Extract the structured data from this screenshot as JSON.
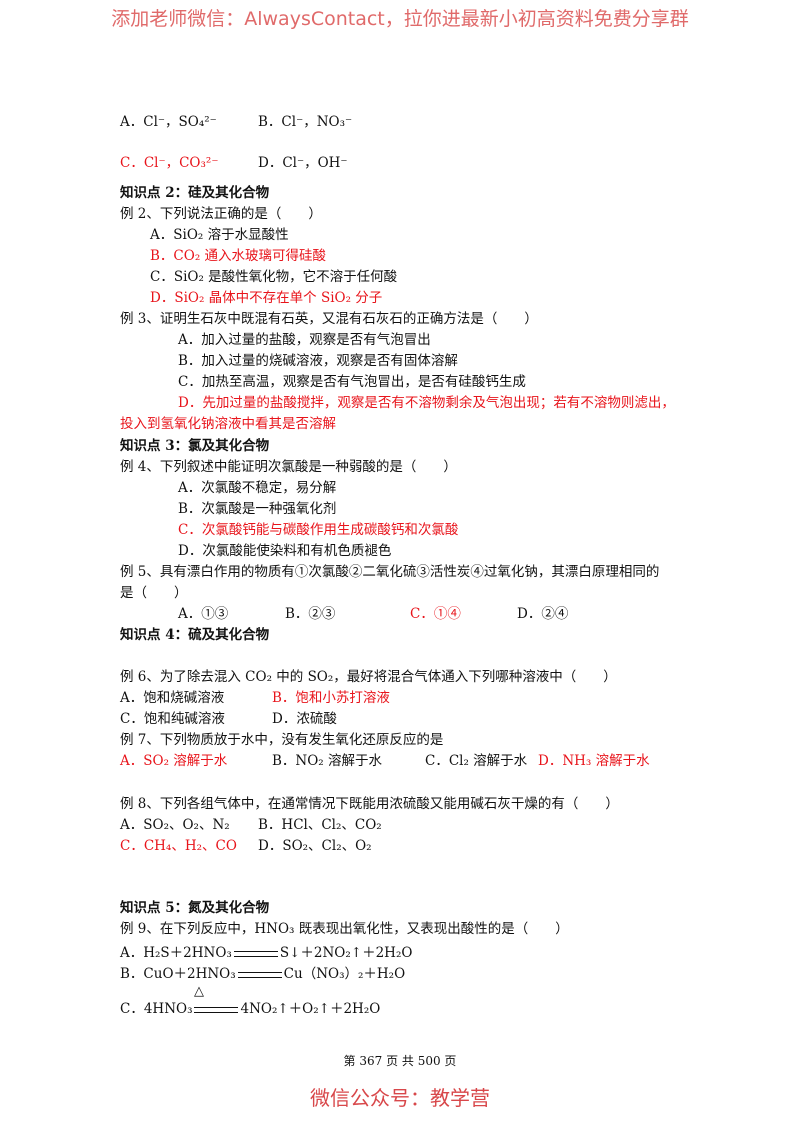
{
  "watermark_top": "添加老师微信：AlwaysContact，拉你进最新小初高资料免费分享群",
  "watermark_bottom": "微信公众号：教学营",
  "page_number": "第 367 页 共 500 页",
  "q_prev": {
    "a": "A．Cl⁻，SO₄²⁻",
    "b": "B．Cl⁻，NO₃⁻",
    "c": "C．Cl⁻，CO₃²⁻",
    "d": "D．Cl⁻，OH⁻"
  },
  "s2": {
    "title": "知识点 2：硅及其化合物",
    "ex2": "例 2、下列说法正确的是（　　）",
    "a": "A．SiO₂ 溶于水显酸性",
    "b": "B．CO₂ 通入水玻璃可得硅酸",
    "c": "C．SiO₂ 是酸性氧化物，它不溶于任何酸",
    "d": "D．SiO₂ 晶体中不存在单个 SiO₂ 分子",
    "ex3": "例 3、证明生石灰中既混有石英，又混有石灰石的正确方法是（　　）",
    "e3a": "A．加入过量的盐酸，观察是否有气泡冒出",
    "e3b": "B．加入过量的烧碱溶液，观察是否有固体溶解",
    "e3c": "C．加热至高温，观察是否有气泡冒出，是否有硅酸钙生成",
    "e3d1": "D．先加过量的盐酸搅拌，观察是否有不溶物剩余及气泡出现；若有不溶物则滤出，",
    "e3d2": "投入到氢氧化钠溶液中看其是否溶解"
  },
  "s3": {
    "title": "知识点 3：氯及其化合物",
    "ex4": "例 4、下列叙述中能证明次氯酸是一种弱酸的是（　　）",
    "a": "A．次氯酸不稳定，易分解",
    "b": "B．次氯酸是一种强氧化剂",
    "c": "C．次氯酸钙能与碳酸作用生成碳酸钙和次氯酸",
    "d": "D．次氯酸能使染料和有机色质褪色",
    "ex5a": "例 5、具有漂白作用的物质有①次氯酸②二氧化硫③活性炭④过氧化钠，其漂白原理相同的",
    "ex5b": "是（　　）",
    "o5a": "A．①③",
    "o5b": "B．②③",
    "o5c": "C．①④",
    "o5d": "D．②④"
  },
  "s4": {
    "title": "知识点 4：硫及其化合物",
    "ex6": "例 6、为了除去混入 CO₂ 中的 SO₂，最好将混合气体通入下列哪种溶液中（　　）",
    "e6a": "A．饱和烧碱溶液",
    "e6b": "B．饱和小苏打溶液",
    "e6c": "C．饱和纯碱溶液",
    "e6d": "D．浓硫酸",
    "ex7": "例 7、下列物质放于水中，没有发生氧化还原反应的是",
    "e7a": "A．SO₂ 溶解于水",
    "e7b": "B．NO₂ 溶解于水",
    "e7c": "C．Cl₂ 溶解于水",
    "e7d": "D．NH₃ 溶解于水",
    "ex8": "例 8、下列各组气体中，在通常情况下既能用浓硫酸又能用碱石灰干燥的有（　　）",
    "e8a": "A．SO₂、O₂、N₂",
    "e8b": "B．HCl、Cl₂、CO₂",
    "e8c": "C．CH₄、H₂、CO",
    "e8d": "D．SO₂、Cl₂、O₂"
  },
  "s5": {
    "title": "知识点 5：氮及其化合物",
    "ex9": "例 9、在下列反应中，HNO₃ 既表现出氧化性，又表现出酸性的是（　　）",
    "a_left": "A．H₂S＋2HNO₃",
    "a_right": "S↓＋2NO₂↑＋2H₂O",
    "b_left": "B．CuO＋2HNO₃",
    "b_right": "Cu（NO₃）₂＋H₂O",
    "c_left": "C．4HNO₃",
    "c_right": "4NO₂↑＋O₂↑＋2H₂O",
    "c_cond": "△"
  },
  "colors": {
    "answer": "#e8141b",
    "watermark": "#e06a6a"
  }
}
